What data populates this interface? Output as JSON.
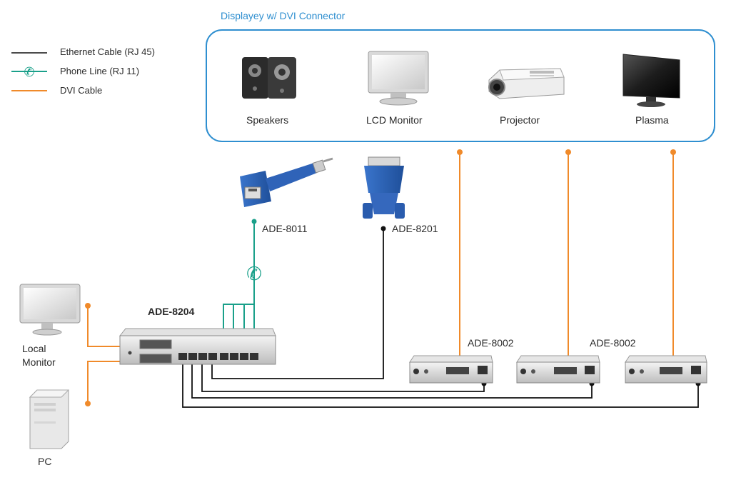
{
  "display_group": {
    "title": "Displayey  w/ DVI Connector",
    "devices": [
      {
        "name": "speakers",
        "label": "Speakers"
      },
      {
        "name": "lcd-monitor",
        "label": "LCD Monitor"
      },
      {
        "name": "projector",
        "label": "Projector"
      },
      {
        "name": "plasma",
        "label": "Plasma"
      }
    ]
  },
  "legend": {
    "ethernet": "Ethernet Cable (RJ 45)",
    "phone": "Phone Line (RJ 11)",
    "dvi": "DVI Cable"
  },
  "adapters": {
    "rj11": "ADE-8011",
    "dvi": "ADE-8201"
  },
  "switch": {
    "label": "ADE-8204"
  },
  "receivers": {
    "label_1": "ADE-8002",
    "label_2": "ADE-8002"
  },
  "local": {
    "monitor_line1": "Local",
    "monitor_line2": "Monitor",
    "pc": "PC"
  },
  "colors": {
    "ethernet": "#111111",
    "phone": "#1aa08a",
    "dvi": "#f08a2a",
    "box_border": "#2f8fd0",
    "title": "#2f8fd0",
    "connector_blue": "#2f63b8"
  }
}
